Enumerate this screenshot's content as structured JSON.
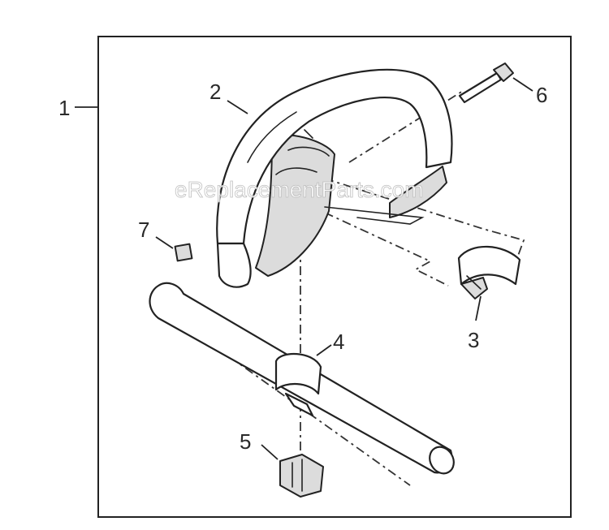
{
  "callouts": [
    {
      "id": "1",
      "label": "1"
    },
    {
      "id": "2",
      "label": "2"
    },
    {
      "id": "3",
      "label": "3"
    },
    {
      "id": "4",
      "label": "4"
    },
    {
      "id": "5",
      "label": "5"
    },
    {
      "id": "6",
      "label": "6"
    },
    {
      "id": "7",
      "label": "7"
    }
  ],
  "watermark": "eReplacementParts.com",
  "colors": {
    "line": "#222222",
    "background": "#ffffff",
    "shade": "#dcdcdc"
  }
}
